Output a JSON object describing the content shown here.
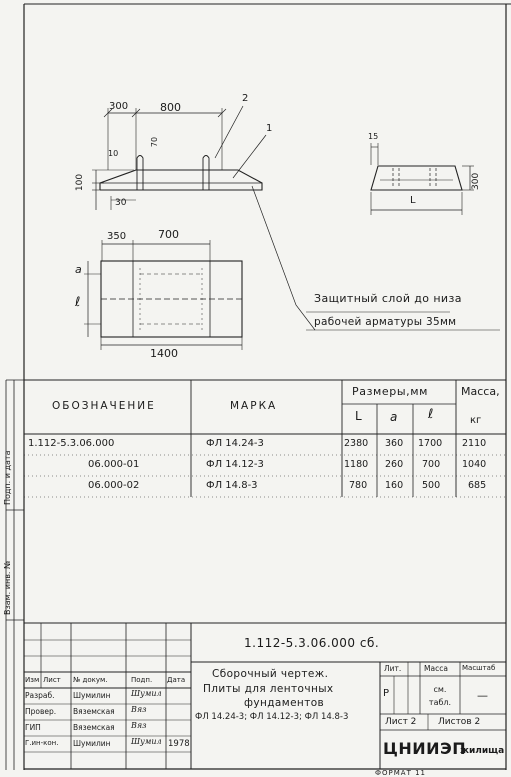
{
  "drawing": {
    "main_view": {
      "dim_300": "300",
      "dim_800": "800",
      "dim_10": "10",
      "dim_70": "70",
      "dim_100": "100",
      "dim_30": "30",
      "callout_2": "2",
      "callout_1": "1"
    },
    "plan_view": {
      "dim_350": "350",
      "dim_700": "700",
      "dim_a": "a",
      "dim_l": "ℓ",
      "dim_1400": "1400"
    },
    "section_view": {
      "dim_15": "15",
      "dim_300": "300",
      "dim_L": "L"
    },
    "note_line1": "Защитный слой до низа",
    "note_line2": "рабочей арматуры 35мм"
  },
  "spec_table": {
    "headers": {
      "designation": "Обозначение",
      "mark": "Марка",
      "sizes": "Размеры,мм",
      "mass": "Масса,",
      "mass_unit": "кг",
      "L": "L",
      "a": "a",
      "l": "ℓ"
    },
    "rows": [
      {
        "designation": "1.112-5.3.06.000",
        "mark": "ФЛ 14.24-3",
        "L": "2380",
        "a": "360",
        "l": "1700",
        "mass": "2110"
      },
      {
        "designation": "06.000-01",
        "mark": "ФЛ 14.12-3",
        "L": "1180",
        "a": "260",
        "l": "700",
        "mass": "1040"
      },
      {
        "designation": "06.000-02",
        "mark": "ФЛ 14.8-3",
        "L": "780",
        "a": "160",
        "l": "500",
        "mass": "685"
      }
    ]
  },
  "title_block": {
    "doc_code": "1.112-5.3.06.000 сб.",
    "col_izm": "Изм",
    "col_list": "Лист",
    "col_doc": "№ докум.",
    "col_sign": "Подп.",
    "col_date": "Дата",
    "roles": [
      {
        "role": "Разраб.",
        "name": "Шумилин",
        "sign": "Шумил",
        "date": ""
      },
      {
        "role": "Провер.",
        "name": "Вяземская",
        "sign": "Вяз",
        "date": ""
      },
      {
        "role": "ГИП",
        "name": "Вяземская",
        "sign": "Вяз",
        "date": ""
      },
      {
        "role": "Г.ин-кон.",
        "name": "Шумилин",
        "sign": "Шумил",
        "date": "1978"
      }
    ],
    "title_line1": "Сборочный чертеж.",
    "title_line2": "Плиты для ленточных",
    "title_line3": "фундаментов",
    "title_line4": "ФЛ 14.24-3; ФЛ 14.12-3; ФЛ 14.8-3",
    "lit": "Лит.",
    "mass": "Масса",
    "scale": "Масштаб",
    "lit_value": "Р",
    "mass_value": "см. табл.",
    "scale_value": "—",
    "sheet": "Лист 2",
    "sheets": "Листов 2",
    "org": "ЦНИИЭП",
    "org_suffix": "жилища"
  },
  "margin": {
    "vertical_label": "Подп. и дата",
    "vertical_label2": "Взам. инв. №"
  },
  "footer_text": "ФОРМАТ 11"
}
